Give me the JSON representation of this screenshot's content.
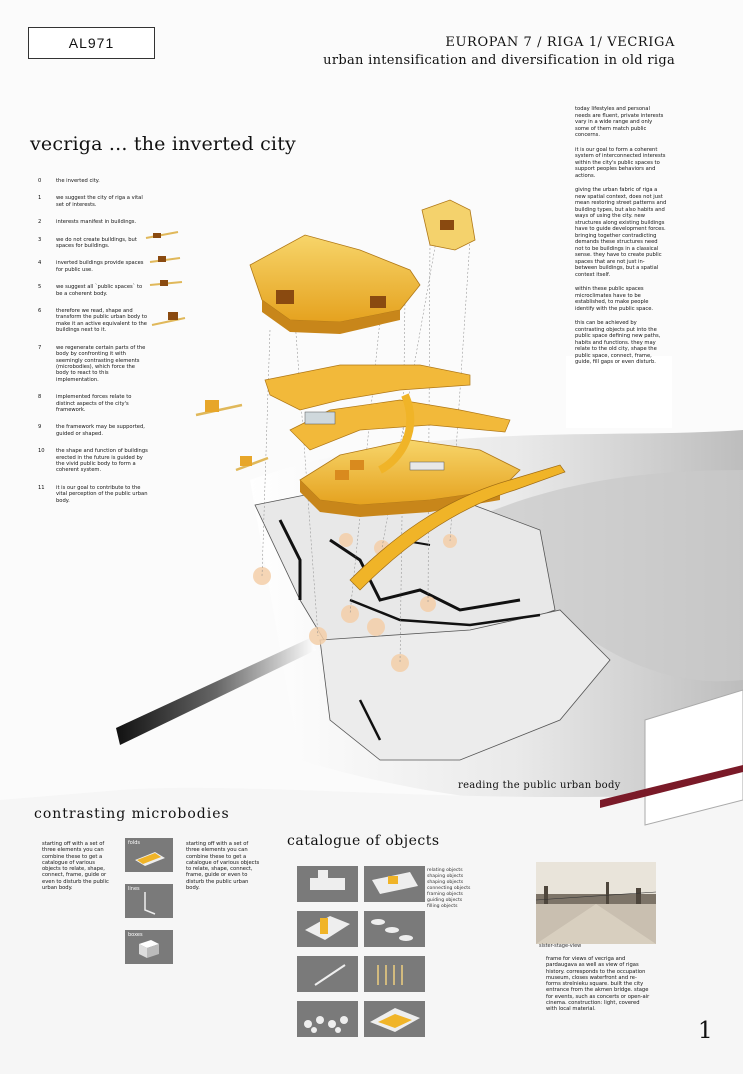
{
  "header": {
    "code": "AL971",
    "competition": "EUROPAN 7 / RIGA 1/ VECRIGA",
    "subtitle": "urban intensification and diversification in old riga"
  },
  "main_title": "vecriga ... the inverted city",
  "numbered_points": [
    {
      "n": "0",
      "text": "the inverted city."
    },
    {
      "n": "1",
      "text": "we suggest the city of riga a vital set of interests."
    },
    {
      "n": "2",
      "text": "interests manifest in buildings."
    },
    {
      "n": "3",
      "text": "we do not create buildings, but spaces for buildings."
    },
    {
      "n": "4",
      "text": "inverted buildings provide spaces for public use."
    },
    {
      "n": "5",
      "text": "we suggest all `public spaces` to be a coherent body."
    },
    {
      "n": "6",
      "text": "therefore we read, shape and transform the public urban body to make it an active equivalent to the buildings next to it."
    },
    {
      "n": "7",
      "text": "we regenerate certain parts of the body by confronting it with seemingly contrasting elements (microbodies), which force the body to react to this implementation."
    },
    {
      "n": "8",
      "text": "implemented forces relate to distinct aspects of the city's framework."
    },
    {
      "n": "9",
      "text": "the framework may be supported, guided or shaped."
    },
    {
      "n": "10",
      "text": "the shape and function of buildings erected in the future is guided by the vivid public body to form a coherent system."
    },
    {
      "n": "11",
      "text": "it is our goal to contribute to the vital perception of the public urban body."
    }
  ],
  "side_paragraphs": [
    "today lifestyles and personal needs are fluent, private interests vary in a wide range and only some of them match public concerns.",
    "it is our goal to form a coherent system of interconnected interests within the city's public spaces to support peoples behaviors and actions.",
    "giving the urban fabric of riga a new spatial context, does not just mean restoring street patterns and building types, but also habits and ways of using the city. new structures along existing buildings have to guide development forces. bringing together contradicting demands these structures need not to be buildings in a classical sense. they have to create public spaces that are not just in-between buildings, but a spatial context itself.",
    "within these public spaces microclimates have to be established, to make people identify with the public space.",
    "this can be achieved by contrasting objects put into the public space defining new paths, habits and functions. they may relate to the old city, shape the public space, connect, frame, guide, fill gaps or even disturb."
  ],
  "reading_caption": "reading the public urban body",
  "contrasting": {
    "title": "contrasting  microbodies",
    "text_left": "starting off with a set of three elements you can combine these to get a catalogue of various objects to relate, shape, connect, frame, guide or even to disturb the public urban body.",
    "text_right": "starting off with a set of three elements you can combine these to get a catalogue of various objects to relate, shape, connect, frame, guide or even to disturb the public urban body.",
    "tiles": [
      "folds",
      "lines",
      "boxes"
    ]
  },
  "catalogue": {
    "title": "catalogue of objects",
    "labels": [
      "relating objects",
      "shaping objects",
      "shaping objects",
      "connecting objects",
      "framing objects",
      "guiding objects",
      "filling objects"
    ]
  },
  "view": {
    "caption": "sister-stage-view",
    "text": "frame for views of vecriga and pardaugava as well as view of rigas history. corresponds to the occupation museum, closes waterfront and re-forms strelnieku square. built the city entrance from the akmen bridge. stage for events, such as concerts or open-air cinema. construction: light, covered with local material."
  },
  "page_number": "1",
  "colors": {
    "accent": "#f0b428",
    "accent_dark": "#c8861a",
    "grey_tile": "#7a7a7a",
    "plan_grey": "#e6e6e6"
  }
}
